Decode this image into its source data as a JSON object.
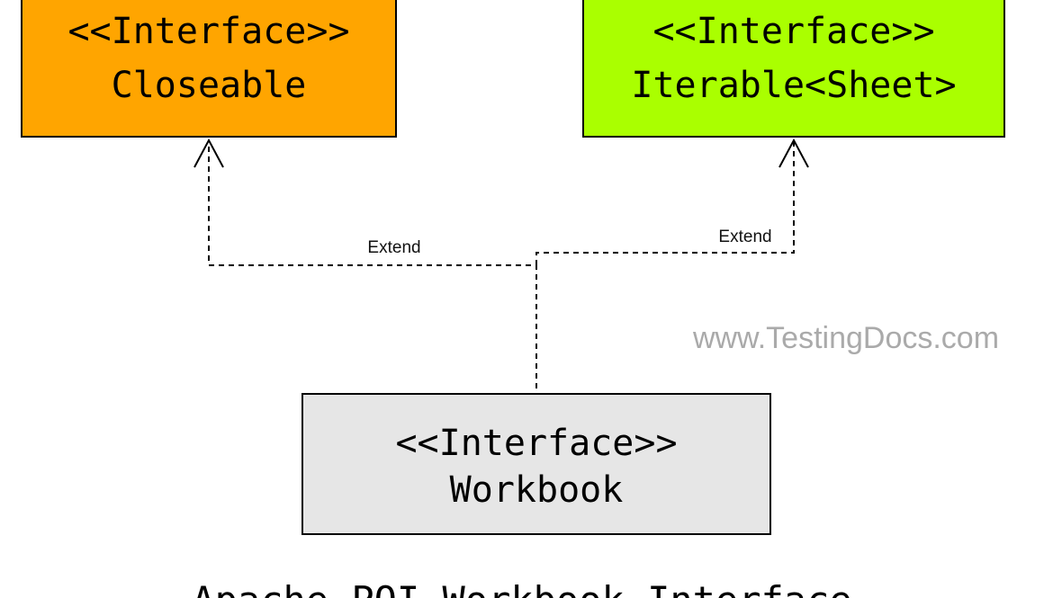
{
  "diagram": {
    "nodes": {
      "closeable": {
        "stereotype": "<<Interface>>",
        "name": "Closeable",
        "color": "#ffa500"
      },
      "iterable": {
        "stereotype": "<<Interface>>",
        "name": "Iterable<Sheet>",
        "color": "#aaff00"
      },
      "workbook": {
        "stereotype": "<<Interface>>",
        "name": "Workbook",
        "color": "#e6e6e6"
      }
    },
    "edges": [
      {
        "from": "workbook",
        "to": "closeable",
        "label": "Extend"
      },
      {
        "from": "workbook",
        "to": "iterable",
        "label": "Extend"
      }
    ],
    "watermark": "www.TestingDocs.com",
    "caption": "Apache POI Workbook Interface"
  }
}
